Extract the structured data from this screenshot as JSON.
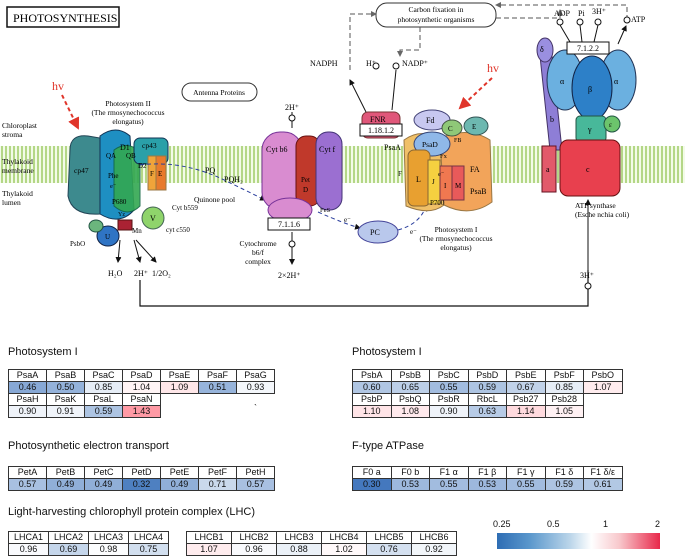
{
  "diagram": {
    "title": "PHOTOSYNTHESIS",
    "carbon_fixation": "Carbon fixation in photosynthetic organisms",
    "antenna": "Antenna Proteins",
    "hv_left": "hv",
    "hv_right": "hv",
    "stroma_label": [
      "Chloroplast",
      "stroma"
    ],
    "membrane_label": [
      "Thylakoid",
      "membrane"
    ],
    "lumen_label": [
      "Thylakoid",
      "lumen"
    ],
    "ps2_title": [
      "Photosystem II",
      "(The rmosynechococcus",
      "elongatus)"
    ],
    "ps1_title": [
      "Photosystem I",
      "(The rmosynechococcus",
      "elongatus)"
    ],
    "atp_title": [
      "ATP synthase",
      "(Esche nchia coli)"
    ],
    "cyt_title": [
      "Cytochrome",
      "b6/f",
      "complex"
    ],
    "quinone_pool": "Quinone pool",
    "nadph": "NADPH",
    "hplus_nadp": "H⁺",
    "nadp": "NADP⁺",
    "adp": "ADP",
    "pi": "Pi",
    "h3_top": "3H⁺",
    "atp": "ATP",
    "h2_top": "2H⁺",
    "h2_bottom": "2×2H⁺",
    "h3_bottom": "3H⁺",
    "h2o": "H₂O",
    "h2_water": "2H⁺",
    "o2": "1/2O₂",
    "ec_fnr": "1.18.1.2",
    "ec_cyt": "7.1.1.6",
    "ec_atp": "7.1.2.2",
    "labels": {
      "fnr": "FNR",
      "fd": "Fd",
      "psaA": "PsaA",
      "psaD": "PsaD",
      "psaB": "PsaB",
      "c": "C",
      "e": "E",
      "fb": "FB",
      "fa": "FA",
      "fx": "Fx",
      "p700": "P700",
      "l": "L",
      "j": "J",
      "i": "I",
      "m": "M",
      "f": "F",
      "pc": "PC",
      "cytb6": "Cyt b6",
      "cytf": "Cyt f",
      "petd": "Pet D",
      "fes": "FeS",
      "d1": "D1",
      "d2": "D2",
      "cp43": "cp43",
      "cp47": "cp47",
      "qa": "QA",
      "qb": "QB",
      "phe": "Phe",
      "p680": "P680",
      "yz": "Yz",
      "mn": "Mn",
      "psbo": "PsbO",
      "u": "U",
      "v": "V",
      "cytb559": "Cyt b559",
      "cytc550": "cyt c550",
      "pq": "PQ",
      "pqh2": "PQH₂",
      "delta": "δ",
      "alpha1": "α",
      "alpha2": "α",
      "beta": "β",
      "gamma": "γ",
      "epsilon": "ε",
      "b": "b",
      "a": "a",
      "c_sub": "c",
      "e_minus1": "e⁻",
      "e_minus2": "e⁻",
      "e_minus3": "e⁻",
      "e_minus4": "e⁻"
    }
  },
  "tables": {
    "ps1_left": {
      "title": "Photosystem I",
      "rows": [
        [
          [
            "PsaA",
            "PsaB",
            "PsaC",
            "PsaD",
            "PsaE",
            "PsaF",
            "PsaG"
          ],
          [
            "0.46",
            "0.50",
            "0.85",
            "1.04",
            "1.09",
            "0.51",
            "0.93"
          ]
        ],
        [
          [
            "PsaH",
            "PsaK",
            "PsaL",
            "PsaN"
          ],
          [
            "0.90",
            "0.91",
            "0.59",
            "1.43"
          ]
        ]
      ],
      "stray_mark": "`"
    },
    "ps2_right": {
      "title": "Photosystem I",
      "rows": [
        [
          [
            "PsbA",
            "PsbB",
            "PsbC",
            "PsbD",
            "PsbE",
            "PsbF",
            "PsbO"
          ],
          [
            "0.60",
            "0.65",
            "0.55",
            "0.59",
            "0.67",
            "0.85",
            "1.07"
          ]
        ],
        [
          [
            "PsbP",
            "PsbQ",
            "PsbR",
            "RbcL",
            "Psb27",
            "Psb28"
          ],
          [
            "1.10",
            "1.08",
            "0.90",
            "0.63",
            "1.14",
            "1.05"
          ]
        ]
      ]
    },
    "pet": {
      "title": "Photosynthetic electron transport",
      "rows": [
        [
          [
            "PetA",
            "PetB",
            "PetC",
            "PetD",
            "PetE",
            "PetF",
            "PetH"
          ],
          [
            "0.57",
            "0.49",
            "0.49",
            "0.32",
            "0.49",
            "0.71",
            "0.57"
          ]
        ]
      ]
    },
    "atpase": {
      "title": "F-type ATPase",
      "rows": [
        [
          [
            "F0 a",
            "F0 b",
            "F1 α",
            "F1 β",
            "F1 γ",
            "F1 δ",
            "F1 δ/ε"
          ],
          [
            "0.30",
            "0.53",
            "0.55",
            "0.53",
            "0.55",
            "0.59",
            "0.61"
          ]
        ]
      ]
    },
    "lhc": {
      "title": "Light-harvesting chlorophyll protein complex (LHC)",
      "group1": [
        [
          "LHCA1",
          "LHCA2",
          "LHCA3",
          "LHCA4"
        ],
        [
          "0.96",
          "0.69",
          "0.98",
          "0.75"
        ]
      ],
      "group2": [
        [
          "LHCB1",
          "LHCB2",
          "LHCB3",
          "LHCB4",
          "LHCB5",
          "LHCB6"
        ],
        [
          "1.07",
          "0.96",
          "0.88",
          "1.02",
          "0.76",
          "0.92"
        ]
      ]
    }
  },
  "legend": {
    "ticks": [
      "0.25",
      "0.5",
      "1",
      "2"
    ]
  },
  "colors": {
    "strong_blue": "#3c7bbf",
    "mid_blue": "#6fa3d2",
    "light_blue": "#c9dcee",
    "light_red": "#fbdadd",
    "red": "#ef6b7c"
  }
}
